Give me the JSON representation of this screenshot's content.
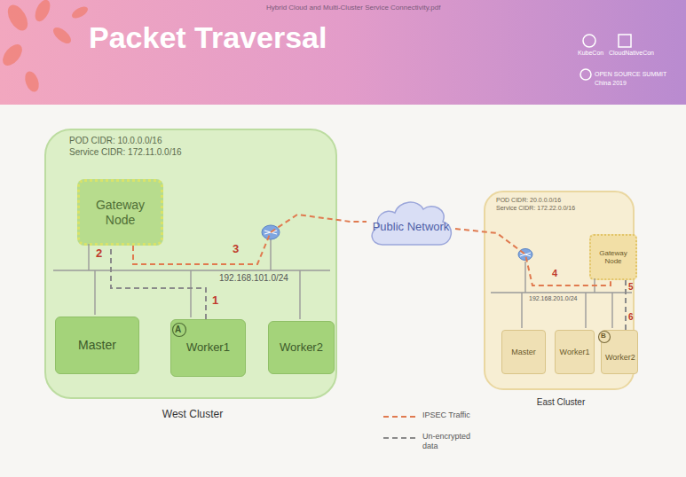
{
  "diagram": {
    "title": "Packet Traversal",
    "nodes": [
      {
        "text": [
          "POD CIDR: 10.0.0.0/16",
          "Service CIDR: 172.11.0.0/16",
          "West Cluster"
        ]
      },
      {
        "text": [
          "Gateway Node"
        ],
        "in": 0
      },
      {
        "text": [
          "Master"
        ],
        "in": 0
      },
      {
        "text": [
          "Worker1"
        ],
        "in": 0
      },
      {
        "text": [
          "Worker2"
        ],
        "in": 0
      },
      {
        "text": [
          "Public Network"
        ]
      },
      {
        "text": [
          "POD CIDR: 20.0.0.0/16",
          "Service CIDR: 172.22.0.0/16",
          "East Cluster"
        ]
      },
      {
        "text": [
          "Gateway Node"
        ],
        "in": 6
      },
      {
        "text": [
          "Master"
        ],
        "in": 6
      },
      {
        "text": [
          "Worker1"
        ],
        "in": 6
      },
      {
        "text": [
          "Worker2"
        ],
        "in": 6
      }
    ],
    "edges": [
      {
        "from": 3,
        "to": 1,
        "arrow": "none"
      },
      {
        "from": 1,
        "to": 5,
        "arrow": "none"
      },
      {
        "from": 5,
        "to": 7,
        "arrow": "none"
      },
      {
        "from": 7,
        "to": 10,
        "arrow": "none"
      }
    ],
    "labels": [
      "Hybrid Cloud and Multi-Cluster Service Connectivity.pdf",
      "KubeCon",
      "CloudNativeCon",
      "OPEN SOURCE SUMMIT",
      "China 2019",
      "192.168.101.0/24",
      "192.168.201.0/24",
      "A",
      "1",
      "2",
      "3",
      "4",
      "5",
      "B",
      "6"
    ],
    "legend": [
      {
        "text": "IPSEC Traffic"
      },
      {
        "text": "Un-encrypted data"
      }
    ]
  }
}
